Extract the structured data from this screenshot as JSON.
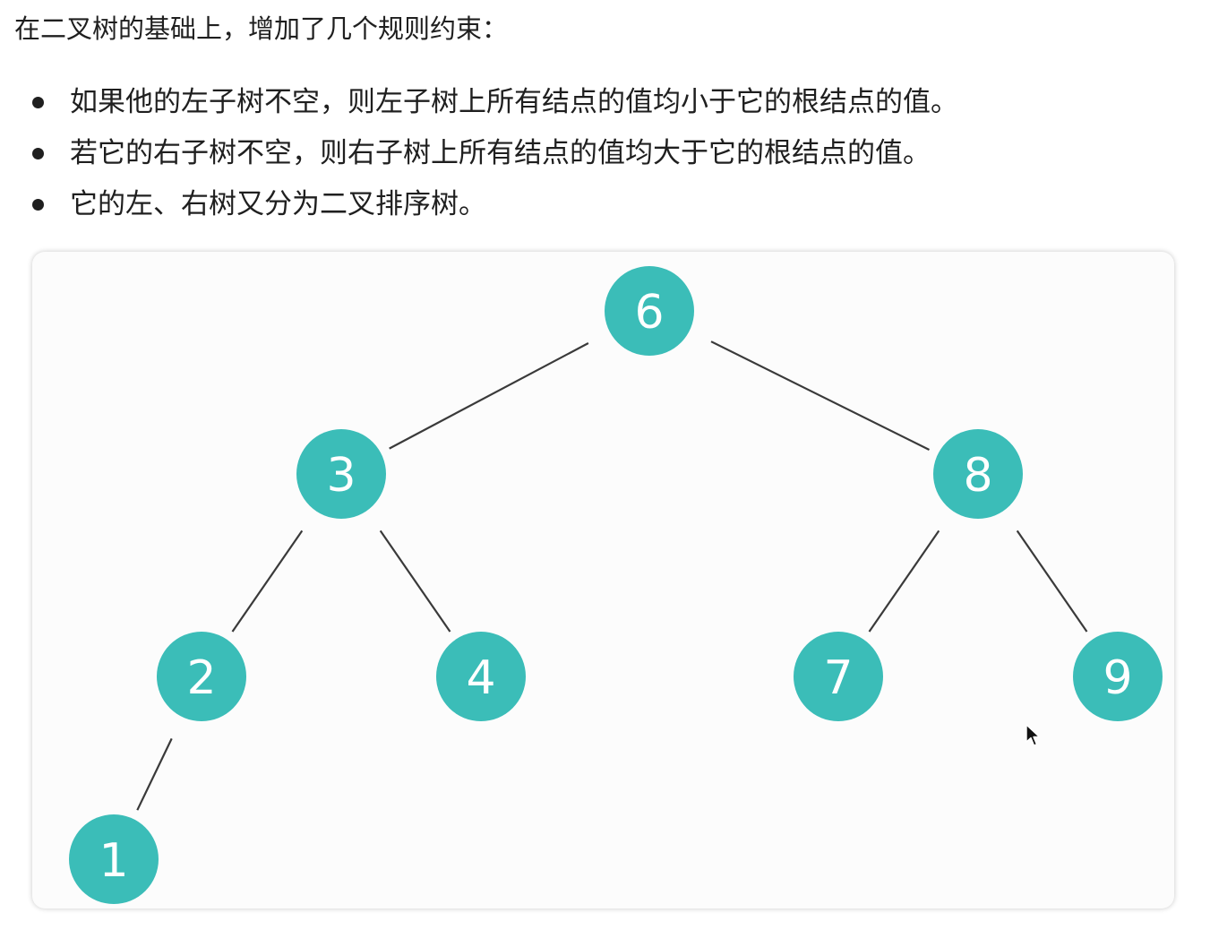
{
  "intro_text": "在二叉树的基础上，增加了几个规则约束：",
  "rules": [
    "如果他的左子树不空，则左子树上所有结点的值均小于它的根结点的值。",
    "若它的右子树不空，则右子树上所有结点的值均大于它的根结点的值。",
    "它的左、右树又分为二叉排序树。"
  ],
  "tree": {
    "nodes": [
      {
        "id": "n6",
        "label": "6"
      },
      {
        "id": "n3",
        "label": "3"
      },
      {
        "id": "n8",
        "label": "8"
      },
      {
        "id": "n2",
        "label": "2"
      },
      {
        "id": "n4",
        "label": "4"
      },
      {
        "id": "n7",
        "label": "7"
      },
      {
        "id": "n9",
        "label": "9"
      },
      {
        "id": "n1",
        "label": "1"
      }
    ],
    "edges": [
      {
        "from": "n6",
        "to": "n3"
      },
      {
        "from": "n6",
        "to": "n8"
      },
      {
        "from": "n3",
        "to": "n2"
      },
      {
        "from": "n3",
        "to": "n4"
      },
      {
        "from": "n8",
        "to": "n7"
      },
      {
        "from": "n8",
        "to": "n9"
      },
      {
        "from": "n2",
        "to": "n1"
      }
    ]
  },
  "colors": {
    "node_fill": "#3bbdb8",
    "node_text": "#ffffff",
    "edge": "#3a3a3a"
  }
}
